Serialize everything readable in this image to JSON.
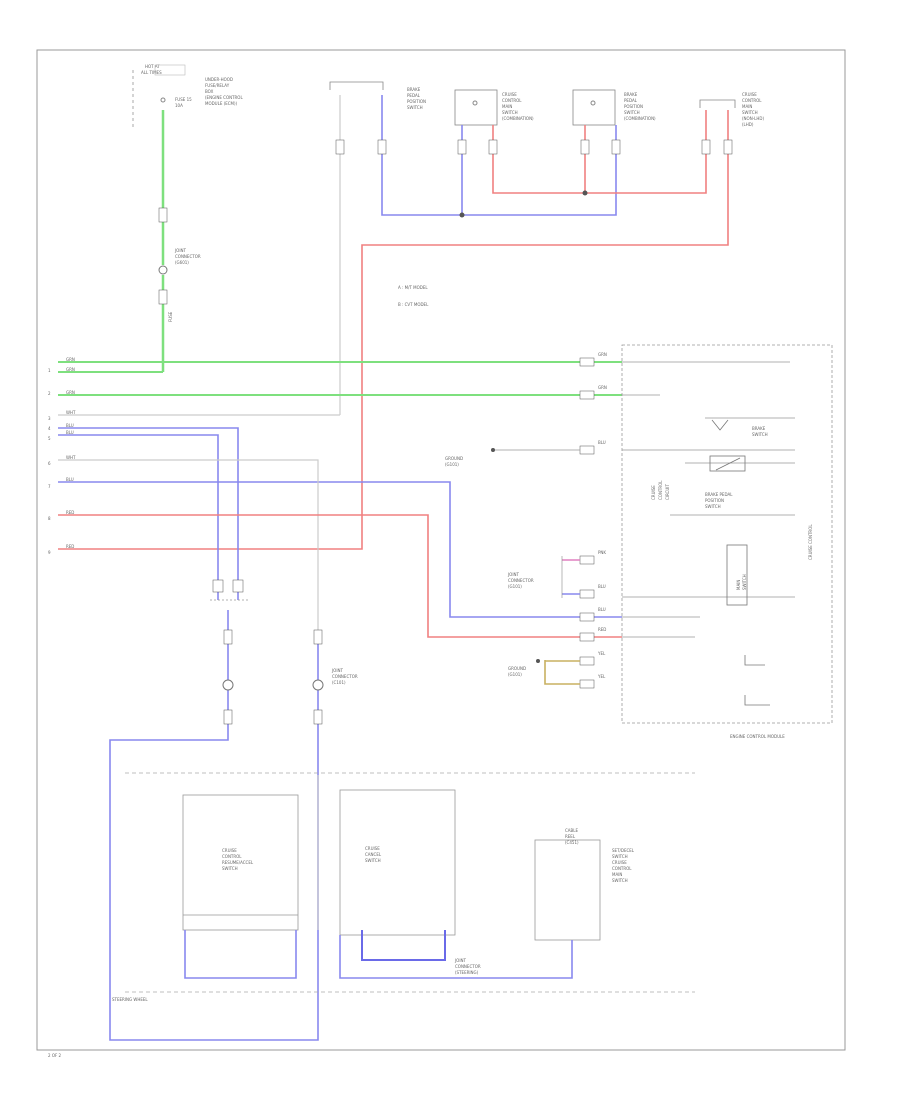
{
  "diagram": {
    "top_left": {
      "header": [
        "HOT AT",
        "ALL TIMES"
      ],
      "fuse": [
        "FUSE 15",
        "10A"
      ],
      "box": [
        "UNDER-HOOD",
        "FUSE/RELAY",
        "BOX",
        "(ENGINE CONTROL",
        "MODULE (ECM))"
      ]
    },
    "sw1": [
      "BRAKE",
      "PEDAL",
      "POSITION",
      "SWITCH"
    ],
    "sw2": [
      "CRUISE",
      "CONTROL",
      "MAIN",
      "SWITCH",
      "(COMBINATION)"
    ],
    "sw3": [
      "BRAKE",
      "PEDAL",
      "POSITION",
      "SWITCH",
      "(COMBINATION)"
    ],
    "sw4": [
      "CRUISE",
      "CONTROL",
      "MAIN",
      "SWITCH",
      "(NON-LHD)",
      "(LHD)"
    ],
    "joint1": [
      "JOINT",
      "CONNECTOR",
      "(G601)"
    ],
    "fuse_label": "FUSE",
    "legend": [
      "A : M/T MODEL",
      "B : CVT MODEL"
    ],
    "wires_left": [
      "GRN",
      "GRN",
      "GRN",
      "WHT",
      "BLU",
      "BLU",
      "WHT",
      "BLU",
      "RED",
      "RED"
    ],
    "pins_left": [
      "1",
      "2",
      "3",
      "4",
      "5",
      "6",
      "7",
      "8",
      "9"
    ],
    "ecm_wires": [
      "GRN",
      "GRN",
      "BLU",
      "PNK",
      "BLU",
      "BLU",
      "RED",
      "YEL",
      "YEL"
    ],
    "ecm_labels": {
      "brake_sw": [
        "BRAKE",
        "SWITCH"
      ],
      "brake_pedal": [
        "BRAKE PEDAL",
        "POSITION",
        "SWITCH"
      ],
      "control": [
        "CRUISE",
        "CONTROL",
        "CIRCUIT"
      ],
      "main_sw": [
        "MAIN",
        "SWITCH"
      ],
      "right": "CRUISE CONTROL",
      "ground": [
        "GROUND",
        "(G101)"
      ],
      "ground2": [
        "GROUND",
        "(G101)"
      ],
      "ecm_conn": [
        "JOINT",
        "CONNECTOR",
        "(G101)"
      ]
    },
    "ecm_title": "ENGINE CONTROL MODULE",
    "mid_connector": [
      "JOINT",
      "CONNECTOR",
      "(C101)"
    ],
    "bottom": {
      "sw_a": [
        "CRUISE",
        "CONTROL",
        "RESUME/ACCEL",
        "SWITCH"
      ],
      "sw_b": [
        "CRUISE",
        "CANCEL",
        "SWITCH"
      ],
      "sw_c": [
        "SET/DECEL",
        "SWITCH",
        "CRUISE",
        "CONTROL",
        "MAIN",
        "SWITCH"
      ],
      "cable_reel": [
        "CABLE",
        "REEL",
        "(C451)"
      ],
      "steering_wheel": "STEERING WHEEL",
      "joint": [
        "JOINT",
        "CONNECTOR",
        "(STEERING)"
      ]
    },
    "page_number": "2 OF 2"
  }
}
